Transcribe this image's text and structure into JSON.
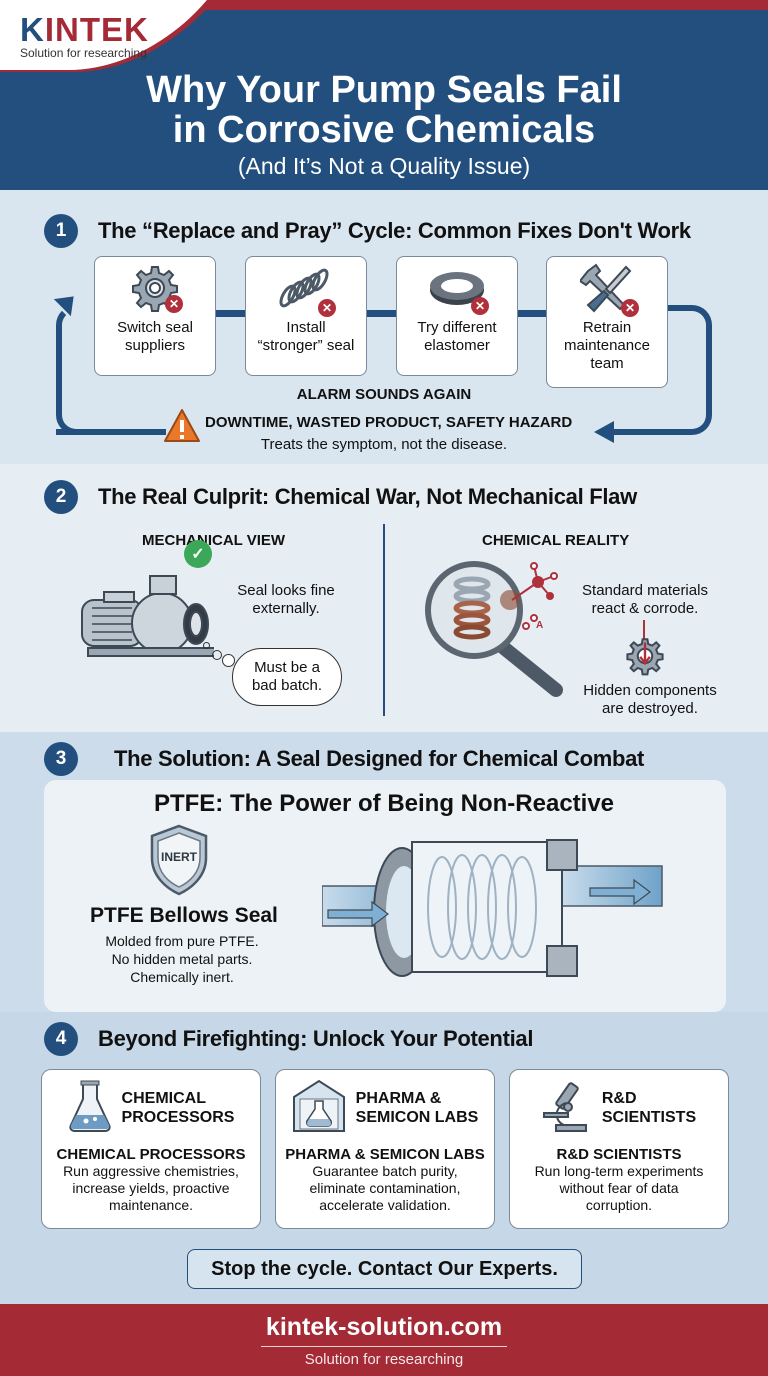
{
  "header": {
    "logo_brand": "KINTEK",
    "logo_k": "K",
    "logo_rest": "INTEK",
    "logo_tagline": "Solution for researching",
    "title_line1": "Why Your Pump Seals Fail",
    "title_line2": "in Corrosive Chemicals",
    "subtitle": "(And It’s Not a Quality Issue)"
  },
  "colors": {
    "navy": "#234f7e",
    "red": "#a42a35",
    "x_badge": "#b0303c",
    "check": "#3aa856",
    "warning": "#e9782b"
  },
  "section1": {
    "number": "1",
    "title": "The “Replace and Pray” Cycle: Common Fixes Don't Work",
    "fixes": [
      {
        "icon": "gear-icon",
        "label_line1": "Switch seal",
        "label_line2": "suppliers"
      },
      {
        "icon": "spring-icon",
        "label_line1": "Install",
        "label_line2": "“stronger” seal"
      },
      {
        "icon": "o-ring-icon",
        "label_line1": "Try different",
        "label_line2": "elastomer"
      },
      {
        "icon": "wrench-screwdriver-icon",
        "label_line1": "Retrain",
        "label_line2": "maintenance",
        "label_line3": "team"
      }
    ],
    "alarm": "ALARM SOUNDS AGAIN",
    "impact": "DOWNTIME, WASTED PRODUCT, SAFETY HAZARD",
    "conclusion": "Treats the symptom, not the disease."
  },
  "section2": {
    "number": "2",
    "title": "The Real Culprit: Chemical War, Not Mechanical Flaw",
    "mechanical": {
      "heading": "MECHANICAL VIEW",
      "text_line1": "Seal looks fine",
      "text_line2": "externally.",
      "thought_line1": "Must be a",
      "thought_line2": "bad batch."
    },
    "chemical": {
      "heading": "CHEMICAL REALITY",
      "text_line1": "Standard materials",
      "text_line2": "react & corrode.",
      "result_line1": "Hidden components",
      "result_line2": "are destroyed."
    }
  },
  "section3": {
    "number": "3",
    "title": "The Solution: A Seal Designed for Chemical Combat",
    "panel_title": "PTFE: The Power of Being Non-Reactive",
    "shield_label": "INERT",
    "product_name": "PTFE Bellows Seal",
    "desc_line1": "Molded from pure PTFE.",
    "desc_line2": "No hidden metal parts.",
    "desc_line3": "Chemically inert."
  },
  "section4": {
    "number": "4",
    "title": "Beyond Firefighting: Unlock Your Potential",
    "audiences": [
      {
        "icon": "flask-icon",
        "name_line1": "CHEMICAL",
        "name_line2": "PROCESSORS",
        "heading": "CHEMICAL PROCESSORS",
        "desc_line1": "Run aggressive chemistries,",
        "desc_line2": "increase yields, proactive",
        "desc_line3": "maintenance."
      },
      {
        "icon": "cleanroom-flask-icon",
        "name_line1": "PHARMA &",
        "name_line2": "SEMICON LABS",
        "heading": "PHARMA & SEMICON LABS",
        "desc_line1": "Guarantee batch purity,",
        "desc_line2": "eliminate contamination,",
        "desc_line3": "accelerate validation."
      },
      {
        "icon": "microscope-icon",
        "name_line1": "R&D",
        "name_line2": "SCIENTISTS",
        "heading": "R&D SCIENTISTS",
        "desc_line1": "Run long-term experiments",
        "desc_line2": "without fear of data",
        "desc_line3": "corruption."
      }
    ],
    "cta": "Stop the cycle. Contact Our Experts."
  },
  "footer": {
    "url": "kintek-solution.com",
    "tagline": "Solution for researching"
  }
}
